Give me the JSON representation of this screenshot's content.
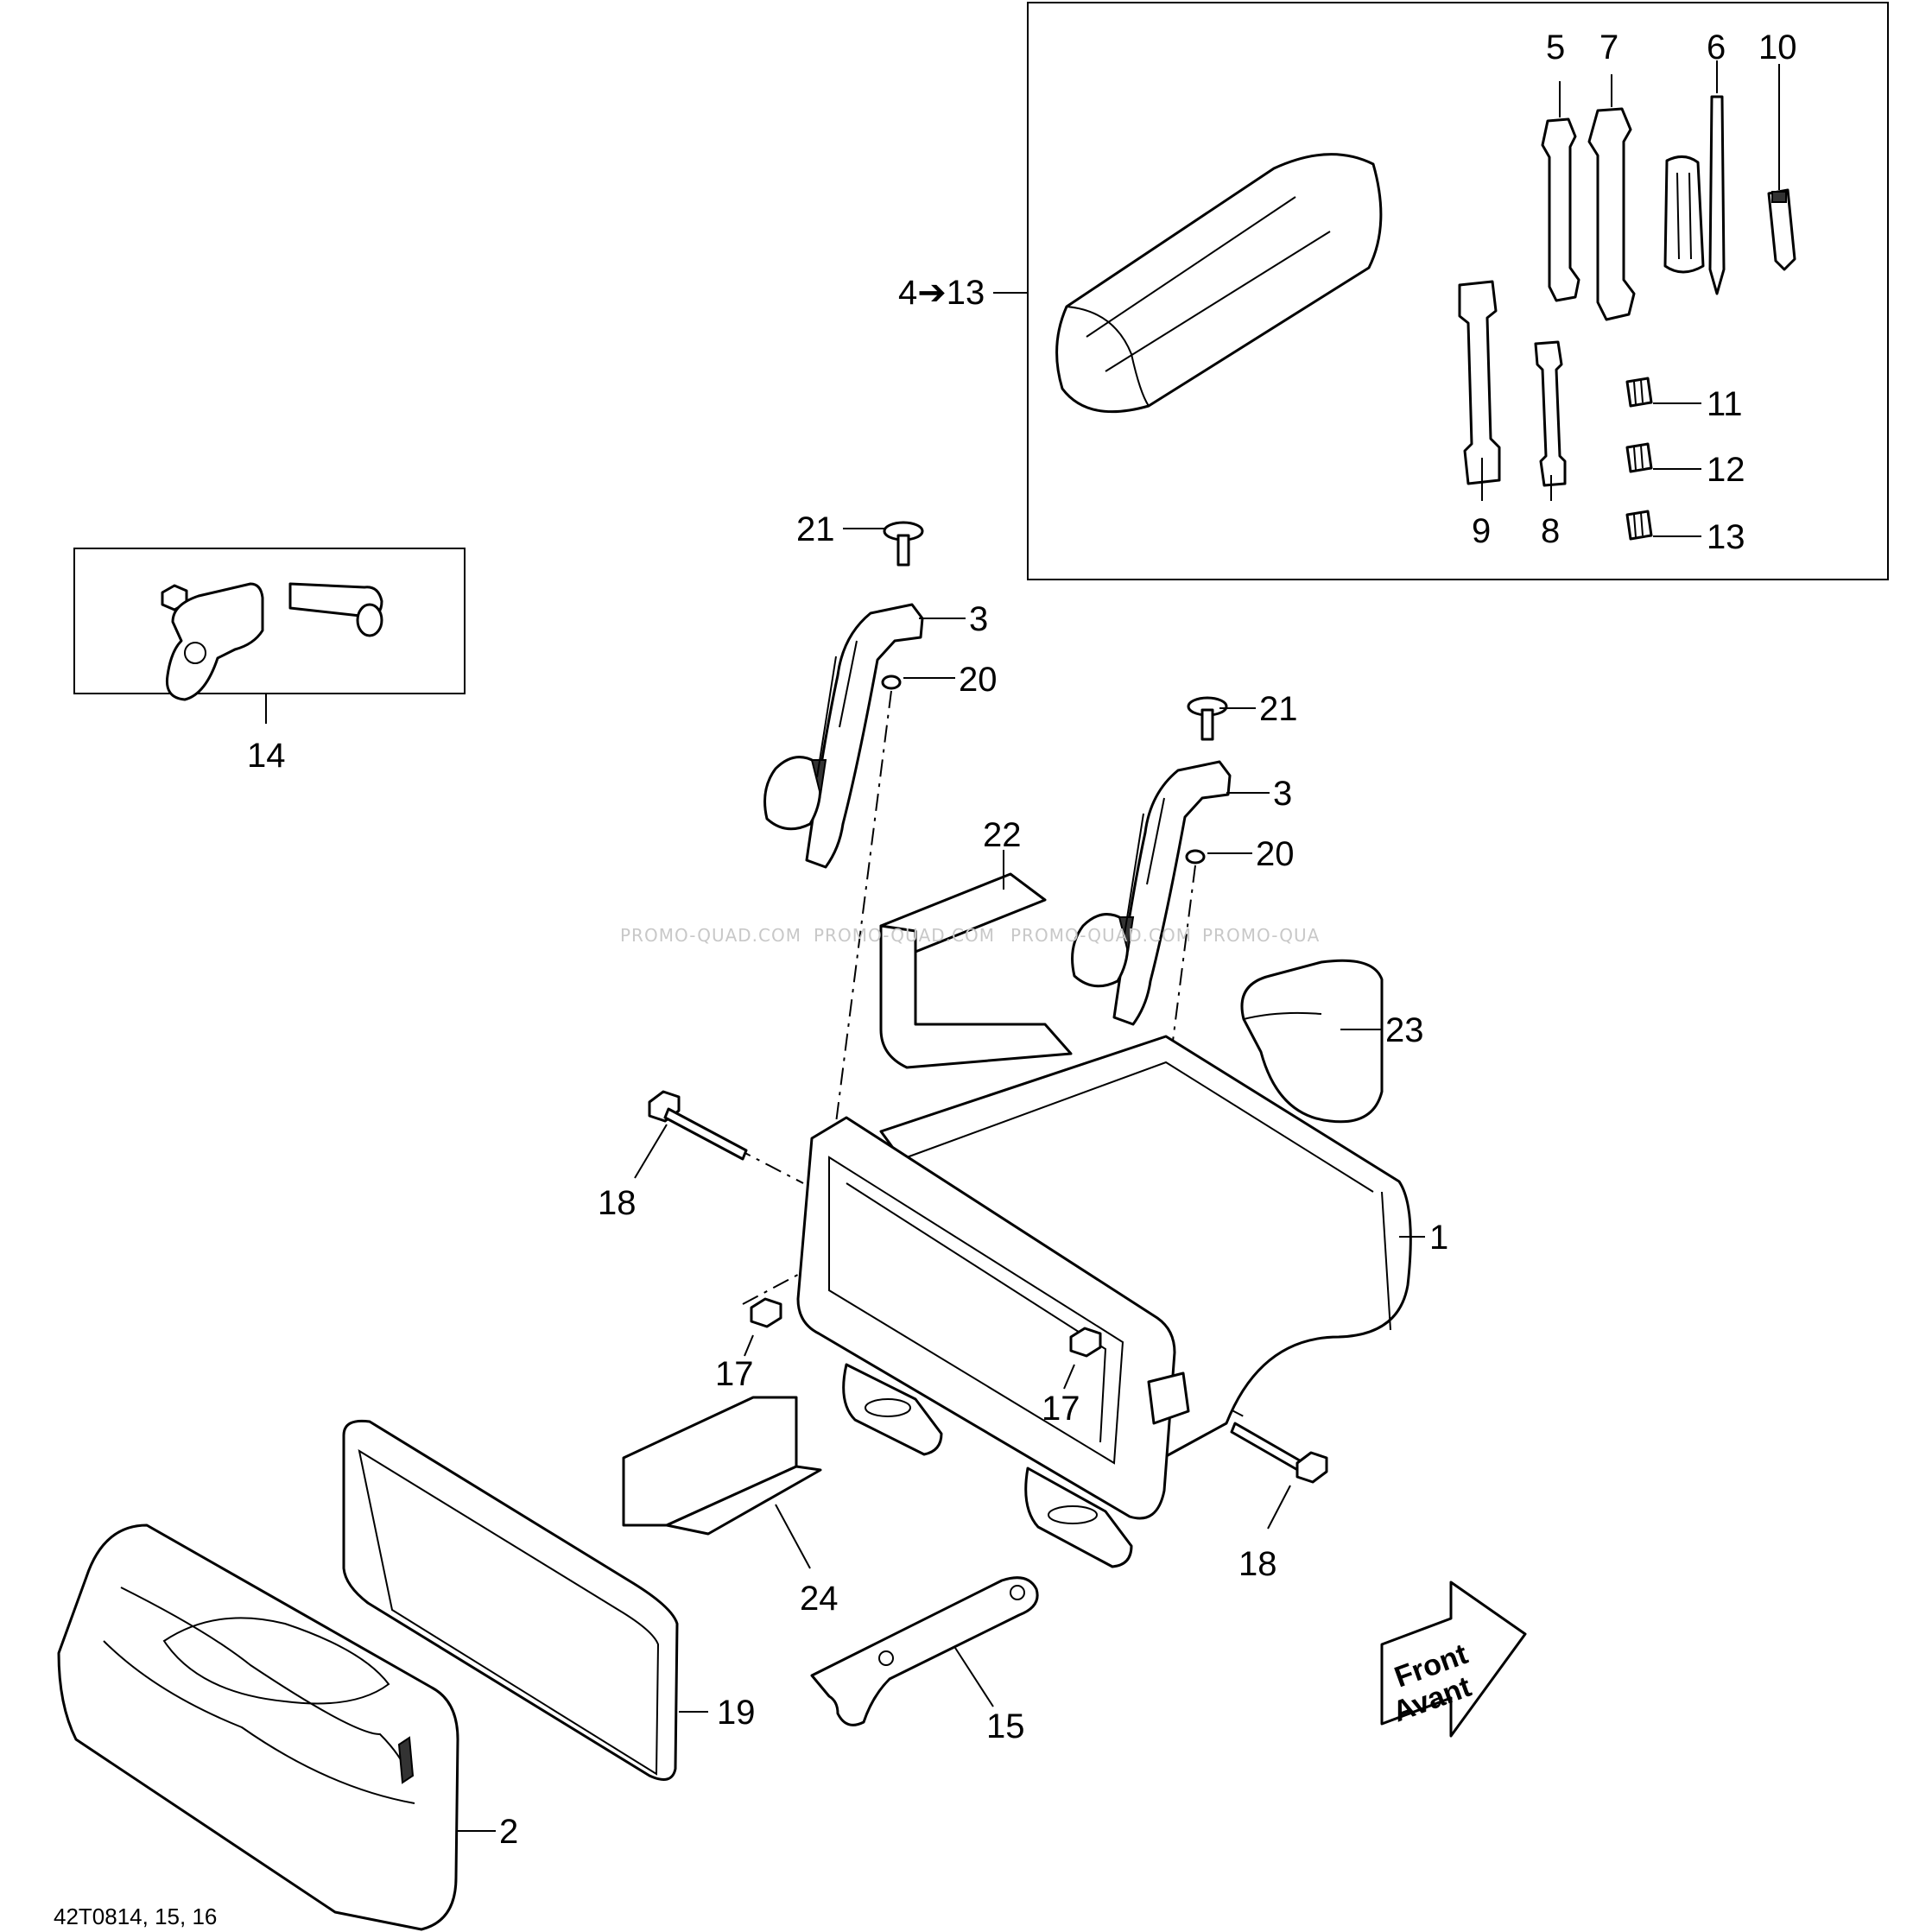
{
  "callouts": {
    "c1": "1",
    "c2": "2",
    "c3a": "3",
    "c3b": "3",
    "c4to13": "4➔13",
    "c5": "5",
    "c6": "6",
    "c7": "7",
    "c8": "8",
    "c9": "9",
    "c10": "10",
    "c11": "11",
    "c12": "12",
    "c13": "13",
    "c14": "14",
    "c15": "15",
    "c17a": "17",
    "c17b": "17",
    "c18a": "18",
    "c18b": "18",
    "c19": "19",
    "c20a": "20",
    "c20b": "20",
    "c21a": "21",
    "c21b": "21",
    "c22": "22",
    "c23": "23",
    "c24": "24"
  },
  "direction_arrow": {
    "line1": "Front",
    "line2": "Avant"
  },
  "watermark": [
    "PROMO-QUAD.COM",
    "PROMO-QUAD.COM",
    "PROMO-QUAD.COM",
    "PROMO-QUA"
  ],
  "drawing_code": "42T0814, 15, 16"
}
